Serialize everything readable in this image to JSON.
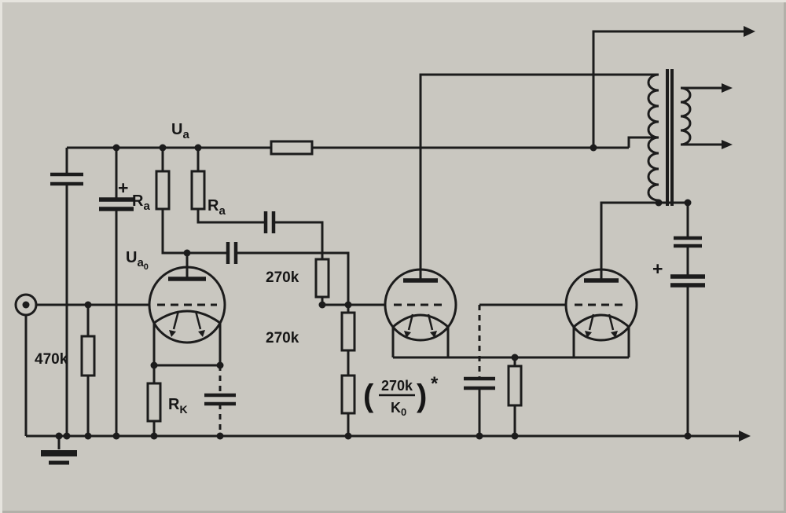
{
  "figure": {
    "kind": "vacuum-tube-amplifier-schematic",
    "description": "Three-stage valve amplifier with output transformer"
  },
  "colors": {
    "background": "#c9c7c0",
    "ink": "#1c1c1c"
  },
  "labels": {
    "ua": {
      "base": "U",
      "sub": "a"
    },
    "ua0": {
      "base": "U",
      "sub": "a",
      "subsub": "0"
    },
    "ra_left": {
      "base": "R",
      "sub": "a"
    },
    "ra_right": {
      "base": "R",
      "sub": "a"
    },
    "r470k": "470k",
    "r270k_upper": "270k",
    "r270k_lower": "270k",
    "rk": {
      "base": "R",
      "sub": "K"
    },
    "feedback": {
      "open": "(",
      "num": "270k",
      "den_base": "K",
      "den_sub": "0",
      "close": ")",
      "star": "*"
    },
    "plus_left": "+",
    "plus_right": "+"
  }
}
